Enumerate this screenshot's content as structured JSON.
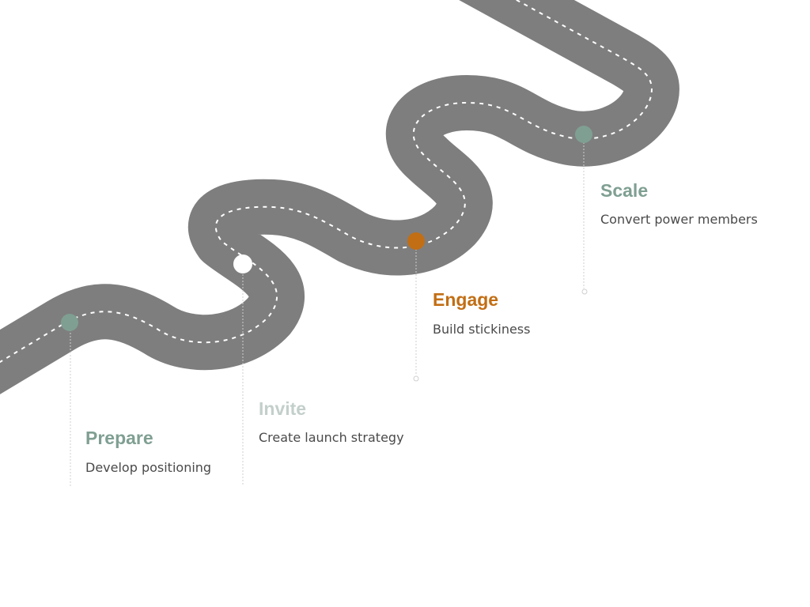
{
  "roadmap": {
    "colors": {
      "road": "#7e7e7e",
      "lane_marking": "#ffffff",
      "connector": "#cfcfcf",
      "prepare": "#7f9f92",
      "invite": "#c3cfca",
      "engage": "#c26e14",
      "scale": "#7f9f92"
    },
    "stages": [
      {
        "title": "Prepare",
        "description": "Develop positioning"
      },
      {
        "title": "Invite",
        "description": "Create launch strategy"
      },
      {
        "title": "Engage",
        "description": "Build stickiness"
      },
      {
        "title": "Scale",
        "description": "Convert power members"
      }
    ]
  }
}
